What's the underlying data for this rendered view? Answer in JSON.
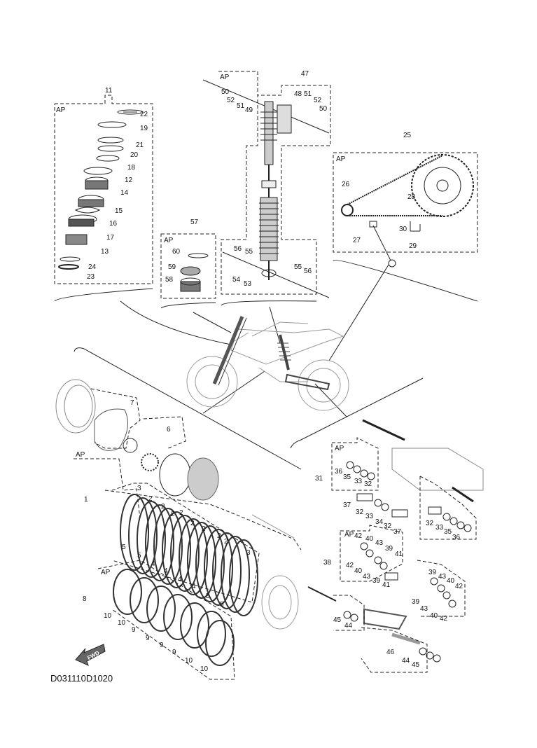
{
  "diagram": {
    "code": "D031110D1020",
    "fwd_label": "FWD",
    "ap_label": "AP",
    "labels": {
      "n1": "1",
      "n2": "2",
      "n3": "3",
      "n4": "4",
      "n5": "5",
      "n6": "6",
      "n7": "7",
      "n8": "8",
      "n9": "9",
      "n10": "10",
      "n11": "11",
      "n12": "12",
      "n13": "13",
      "n14": "14",
      "n15": "15",
      "n16": "16",
      "n17": "17",
      "n18": "18",
      "n19": "19",
      "n20": "20",
      "n21": "21",
      "n22": "22",
      "n23": "23",
      "n24": "24",
      "n25": "25",
      "n26": "26",
      "n27": "27",
      "n28": "28",
      "n29": "29",
      "n30": "30",
      "n31": "31",
      "n32": "32",
      "n33": "33",
      "n34": "34",
      "n35": "35",
      "n36": "36",
      "n37": "37",
      "n38": "38",
      "n39": "39",
      "n40": "40",
      "n41": "41",
      "n42": "42",
      "n43": "43",
      "n44": "44",
      "n45": "45",
      "n46": "46",
      "n47": "47",
      "n48": "48",
      "n49": "49",
      "n50": "50",
      "n51": "51",
      "n52": "52",
      "n53": "53",
      "n54": "54",
      "n55": "55",
      "n56": "56",
      "n57": "57",
      "n58": "58",
      "n59": "59",
      "n60": "60"
    }
  }
}
